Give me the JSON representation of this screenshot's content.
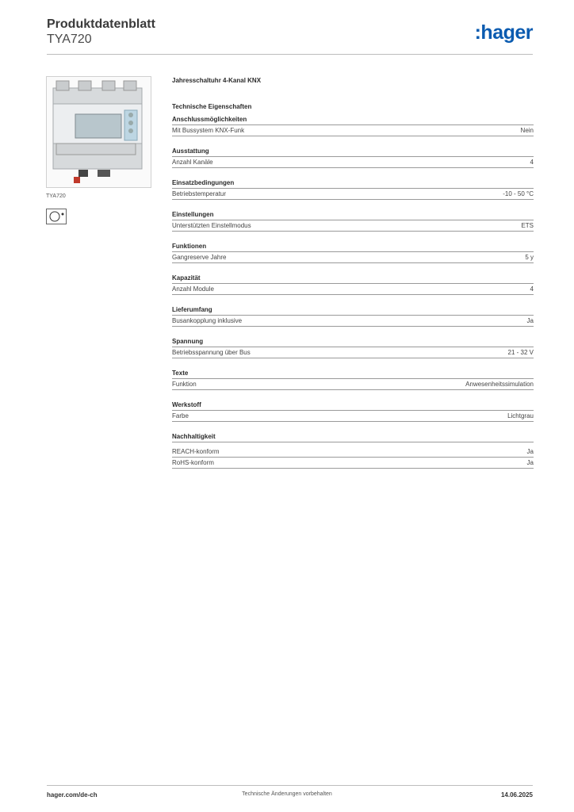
{
  "header": {
    "title": "Produktdatenblatt",
    "subtitle": "TYA720",
    "logo": ":hager"
  },
  "product": {
    "caption": "TYA720",
    "image_icon": "device-icon",
    "cert_icon": "certification-icon"
  },
  "main": {
    "title": "Jahresschaltuhr 4-Kanal KNX",
    "subtitle": "Technische Eigenschaften",
    "sections": [
      {
        "title": "Anschlussmöglichkeiten",
        "rows": [
          {
            "label": "Mit Bussystem KNX-Funk",
            "value": "Nein"
          }
        ]
      },
      {
        "title": "Ausstattung",
        "rows": [
          {
            "label": "Anzahl Kanäle",
            "value": "4"
          }
        ]
      },
      {
        "title": "Einsatzbedingungen",
        "rows": [
          {
            "label": "Betriebstemperatur",
            "value": "-10 - 50 °C"
          }
        ]
      },
      {
        "title": "Einstellungen",
        "rows": [
          {
            "label": "Unterstützten Einstellmodus",
            "value": "ETS"
          }
        ]
      },
      {
        "title": "Funktionen",
        "rows": [
          {
            "label": "Gangreserve Jahre",
            "value": "5 y"
          }
        ]
      },
      {
        "title": "Kapazität",
        "rows": [
          {
            "label": "Anzahl Module",
            "value": "4"
          }
        ]
      },
      {
        "title": "Lieferumfang",
        "rows": [
          {
            "label": "Busankopplung inklusive",
            "value": "Ja"
          }
        ]
      },
      {
        "title": "Spannung",
        "rows": [
          {
            "label": "Betriebsspannung über Bus",
            "value": "21 - 32 V"
          }
        ]
      },
      {
        "title": "Texte",
        "rows": [
          {
            "label": "Funktion",
            "value": "Anwesenheitssimulation"
          }
        ]
      },
      {
        "title": "Werkstoff",
        "rows": [
          {
            "label": "Farbe",
            "value": "Lichtgrau"
          }
        ]
      },
      {
        "title": "Nachhaltigkeit",
        "rows": [
          {
            "label": "REACH-konform",
            "value": "Ja"
          },
          {
            "label": "RoHS-konform",
            "value": "Ja"
          }
        ]
      }
    ]
  },
  "footer": {
    "left": "hager.com/de-ch",
    "center": "Technische Änderungen vorbehalten",
    "right": "14.06.2025"
  },
  "colors": {
    "brand": "#0a5bb0",
    "rule": "#9a9a9a"
  }
}
